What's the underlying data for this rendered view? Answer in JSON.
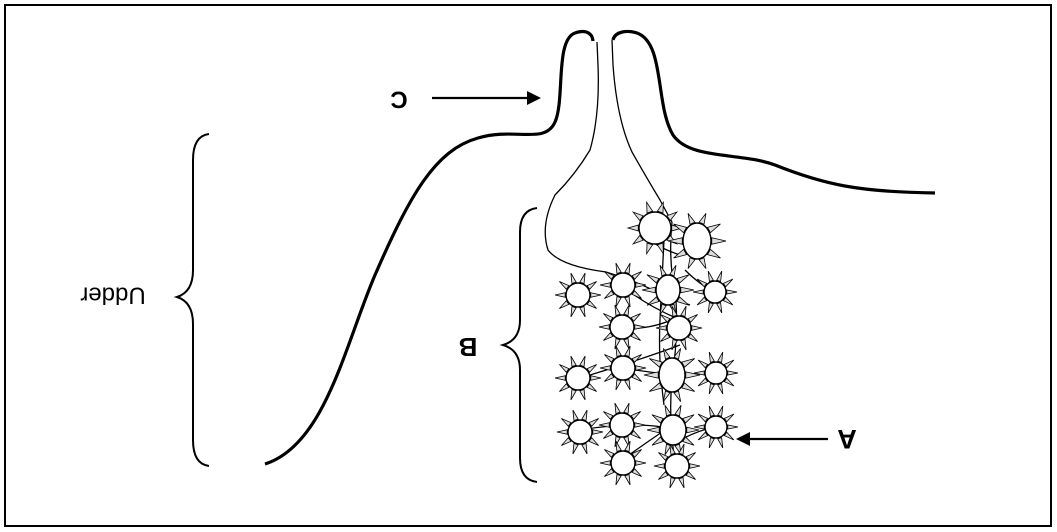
{
  "diagram": {
    "labels": {
      "a": "A",
      "b": "B",
      "c": "C",
      "udder": "Udder"
    },
    "orientation": "rotated-180",
    "colors": {
      "stroke": "#000000",
      "background": "#ffffff",
      "alveolus_fill": "#ffffff",
      "spike_fill": "#dddddd"
    }
  }
}
